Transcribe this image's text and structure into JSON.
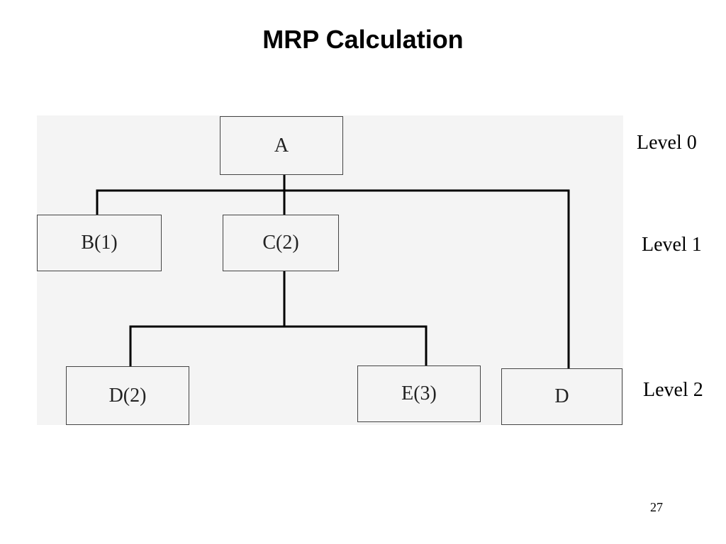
{
  "slide": {
    "title": "MRP Calculation",
    "page_number": "27"
  },
  "tree": {
    "nodes": {
      "a": "A",
      "b": "B(1)",
      "c": "C(2)",
      "d_under_c": "D(2)",
      "e": "E(3)",
      "d_under_a": "D"
    },
    "edges": [
      [
        "A",
        "B(1)"
      ],
      [
        "A",
        "C(2)"
      ],
      [
        "A",
        "D"
      ],
      [
        "C(2)",
        "D(2)"
      ],
      [
        "C(2)",
        "E(3)"
      ]
    ]
  },
  "levels": [
    "Level 0",
    "Level 1",
    "Level 2"
  ],
  "colors": {
    "panel_background": "#f4f4f4",
    "connector": "#000000",
    "box_border": "#444444"
  }
}
